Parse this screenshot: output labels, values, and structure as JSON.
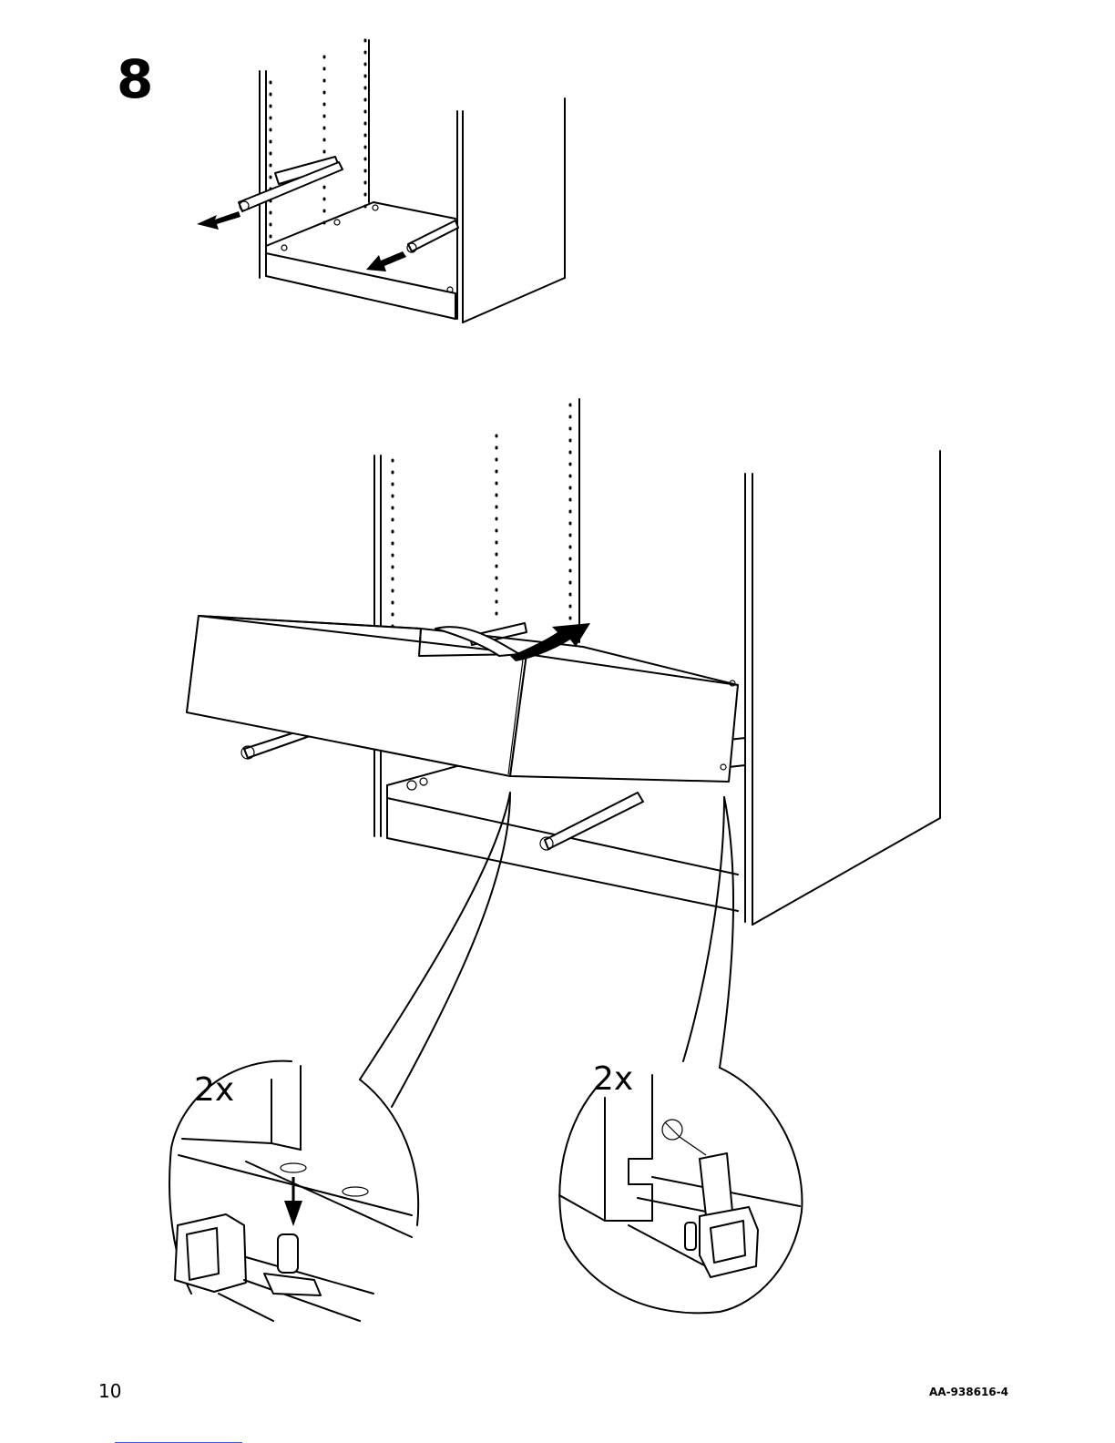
{
  "step": {
    "number": "8"
  },
  "callouts": {
    "left_count": "2x",
    "right_count": "2x"
  },
  "footer": {
    "page_number": "10",
    "doc_code": "AA-938616-4"
  },
  "colors": {
    "ink": "#000000",
    "paper": "#ffffff"
  }
}
